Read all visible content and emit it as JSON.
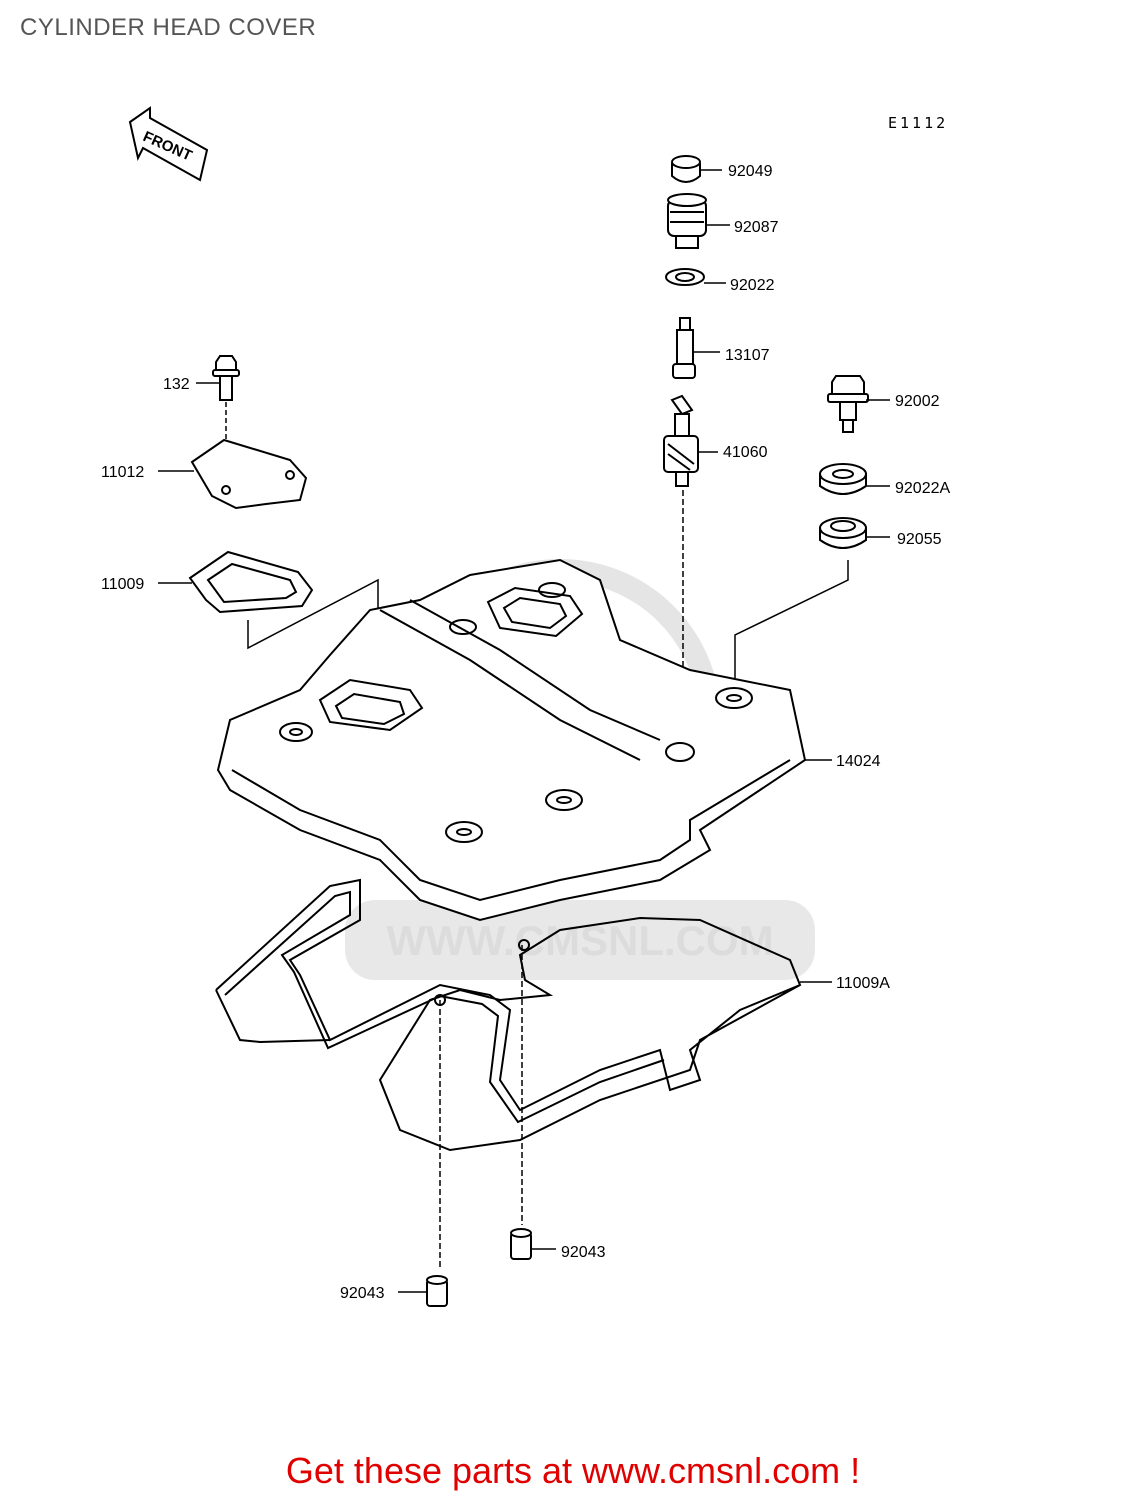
{
  "title": "CYLINDER HEAD COVER",
  "diagram_code": "E1112",
  "front_label": "FRONT",
  "watermark_url": "WWW.CMSNL.COM",
  "footer_text": "Get these parts at www.cmsnl.com !",
  "colors": {
    "footer": "#e00000",
    "title": "#555555",
    "watermark": "#d9d9d9"
  },
  "parts": {
    "p92049": "92049",
    "p92087": "92087",
    "p92022": "92022",
    "p13107": "13107",
    "p92002": "92002",
    "p41060": "41060",
    "p92022A": "92022A",
    "p92055": "92055",
    "p132": "132",
    "p11012": "11012",
    "p11009": "11009",
    "p14024": "14024",
    "p11009A": "11009A",
    "p92043a": "92043",
    "p92043b": "92043"
  }
}
